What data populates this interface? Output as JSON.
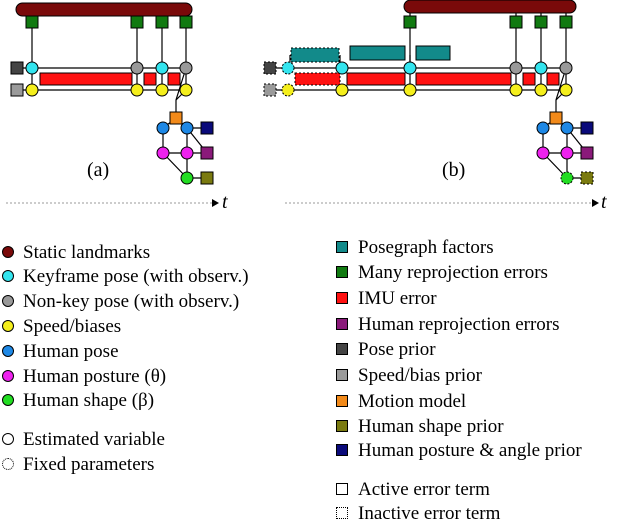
{
  "panels": {
    "a_label": "(a)",
    "b_label": "(b)",
    "time_label": "t"
  },
  "colors": {
    "landmark": "#7a0a0a",
    "keyframe": "#33e5ef",
    "nonkey": "#999999",
    "speed": "#f5ef1c",
    "human_pose": "#1e88e5",
    "human_posture": "#ee22ee",
    "human_shape": "#22dd22",
    "posegraph": "#128a8a",
    "reprojection": "#117a11",
    "imu": "#ff1111",
    "human_reprojection": "#8a1a7a",
    "pose_prior": "#444444",
    "speed_prior": "#9a9a9a",
    "motion_model": "#f28a1a",
    "shape_prior": "#7a7a10",
    "posture_prior": "#0a0a7a"
  },
  "legend_left": [
    {
      "label": "Static landmarks",
      "color_key": "landmark",
      "style": "solid"
    },
    {
      "label": "Keyframe pose (with observ.)",
      "color_key": "keyframe",
      "style": "solid"
    },
    {
      "label": "Non-key pose (with observ.)",
      "color_key": "nonkey",
      "style": "solid"
    },
    {
      "label": "Speed/biases",
      "color_key": "speed",
      "style": "solid"
    },
    {
      "label": "Human pose",
      "color_key": "human_pose",
      "style": "solid"
    },
    {
      "label": "Human posture (θ)",
      "color_key": "human_posture",
      "style": "solid"
    },
    {
      "label": "Human shape (β)",
      "color_key": "human_shape",
      "style": "solid"
    },
    {
      "label": "Estimated variable",
      "color_key": "",
      "style": "solid"
    },
    {
      "label": "Fixed parameters",
      "color_key": "",
      "style": "dotted"
    }
  ],
  "legend_right": [
    {
      "label": "Posegraph factors",
      "color_key": "posegraph",
      "style": "solid"
    },
    {
      "label": "Many reprojection errors",
      "color_key": "reprojection",
      "style": "solid"
    },
    {
      "label": "IMU error",
      "color_key": "imu",
      "style": "solid"
    },
    {
      "label": "Human reprojection errors",
      "color_key": "human_reprojection",
      "style": "solid"
    },
    {
      "label": "Pose prior",
      "color_key": "pose_prior",
      "style": "solid"
    },
    {
      "label": "Speed/bias prior",
      "color_key": "speed_prior",
      "style": "solid"
    },
    {
      "label": "Motion model",
      "color_key": "motion_model",
      "style": "solid"
    },
    {
      "label": "Human shape prior",
      "color_key": "shape_prior",
      "style": "solid"
    },
    {
      "label": "Human posture & angle prior",
      "color_key": "posture_prior",
      "style": "solid"
    },
    {
      "label": "Active error term",
      "color_key": "",
      "style": "solid"
    },
    {
      "label": "Inactive error term",
      "color_key": "",
      "style": "dotted"
    }
  ]
}
